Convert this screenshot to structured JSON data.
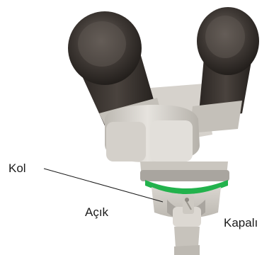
{
  "labels": {
    "lever": "Kol",
    "open": "Açık",
    "closed": "Kapalı"
  },
  "colors": {
    "background": "#ffffff",
    "eyepiece_dark": "#2e2926",
    "body_light": "#dedbd5",
    "body_mid": "#c8c4bd",
    "ring_accent": "#22b24c",
    "leader_line": "#1a1a1a"
  }
}
